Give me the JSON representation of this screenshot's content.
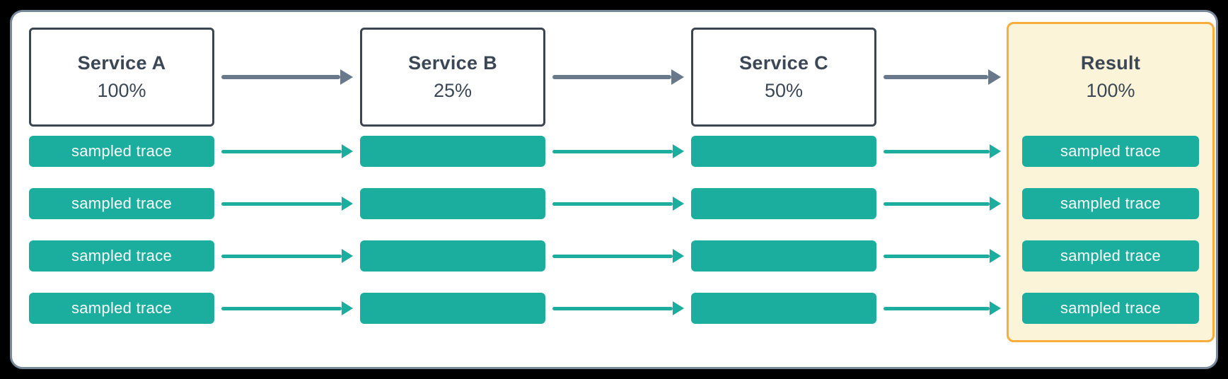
{
  "diagram": {
    "services": [
      {
        "title": "Service A",
        "rate": "100%"
      },
      {
        "title": "Service B",
        "rate": "25%"
      },
      {
        "title": "Service C",
        "rate": "50%"
      }
    ],
    "result": {
      "title": "Result",
      "rate": "100%"
    },
    "traces": {
      "service_a": [
        "sampled trace",
        "sampled trace",
        "sampled trace",
        "sampled trace"
      ],
      "service_b": [
        "",
        "",
        "",
        ""
      ],
      "service_c": [
        "",
        "",
        "",
        ""
      ],
      "result": [
        "sampled trace",
        "sampled trace",
        "sampled trace",
        "sampled trace"
      ]
    },
    "colors": {
      "trace_teal": "#1BAE9E",
      "arrow_gray": "#68798C",
      "text_dark": "#3B4754",
      "result_background": "#FCF4D9",
      "result_border": "#F8AD3C",
      "frame_border": "#77899B"
    }
  }
}
